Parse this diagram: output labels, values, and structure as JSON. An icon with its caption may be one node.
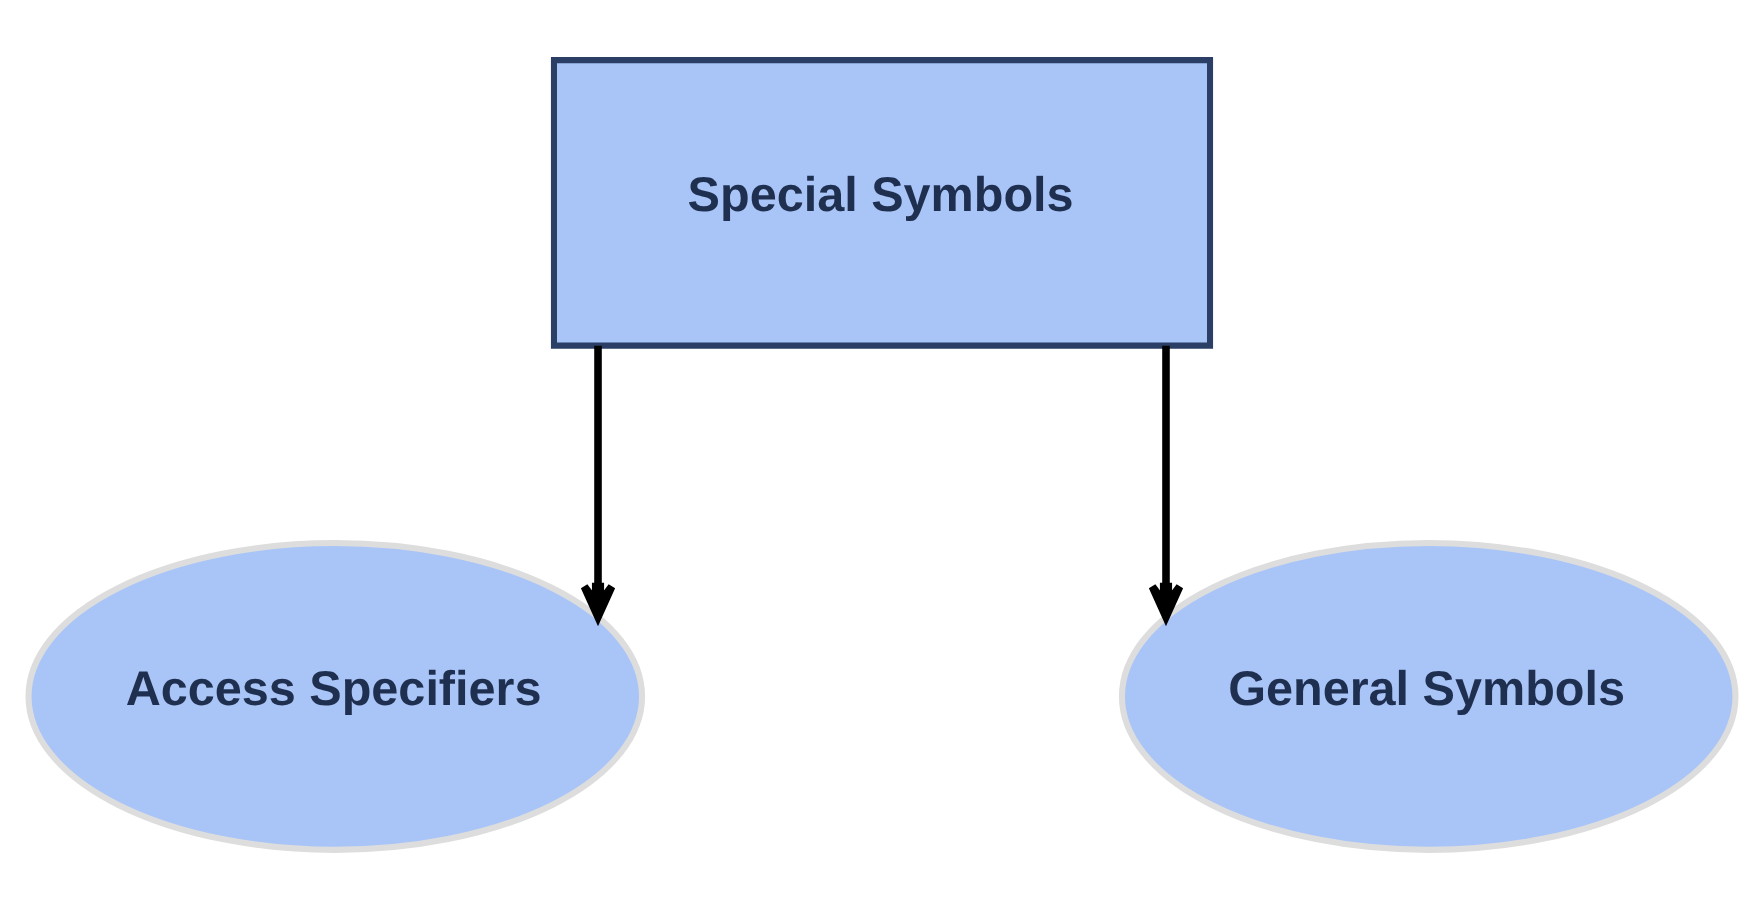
{
  "diagram": {
    "nodes": [
      {
        "text": [
          "Special Symbols"
        ]
      },
      {
        "text": [
          "Access Specifiers"
        ]
      },
      {
        "text": [
          "General Symbols"
        ]
      }
    ],
    "edges": [
      {
        "from": 0,
        "to": 1,
        "arrow": "to"
      },
      {
        "from": 0,
        "to": 2,
        "arrow": "to"
      }
    ]
  }
}
